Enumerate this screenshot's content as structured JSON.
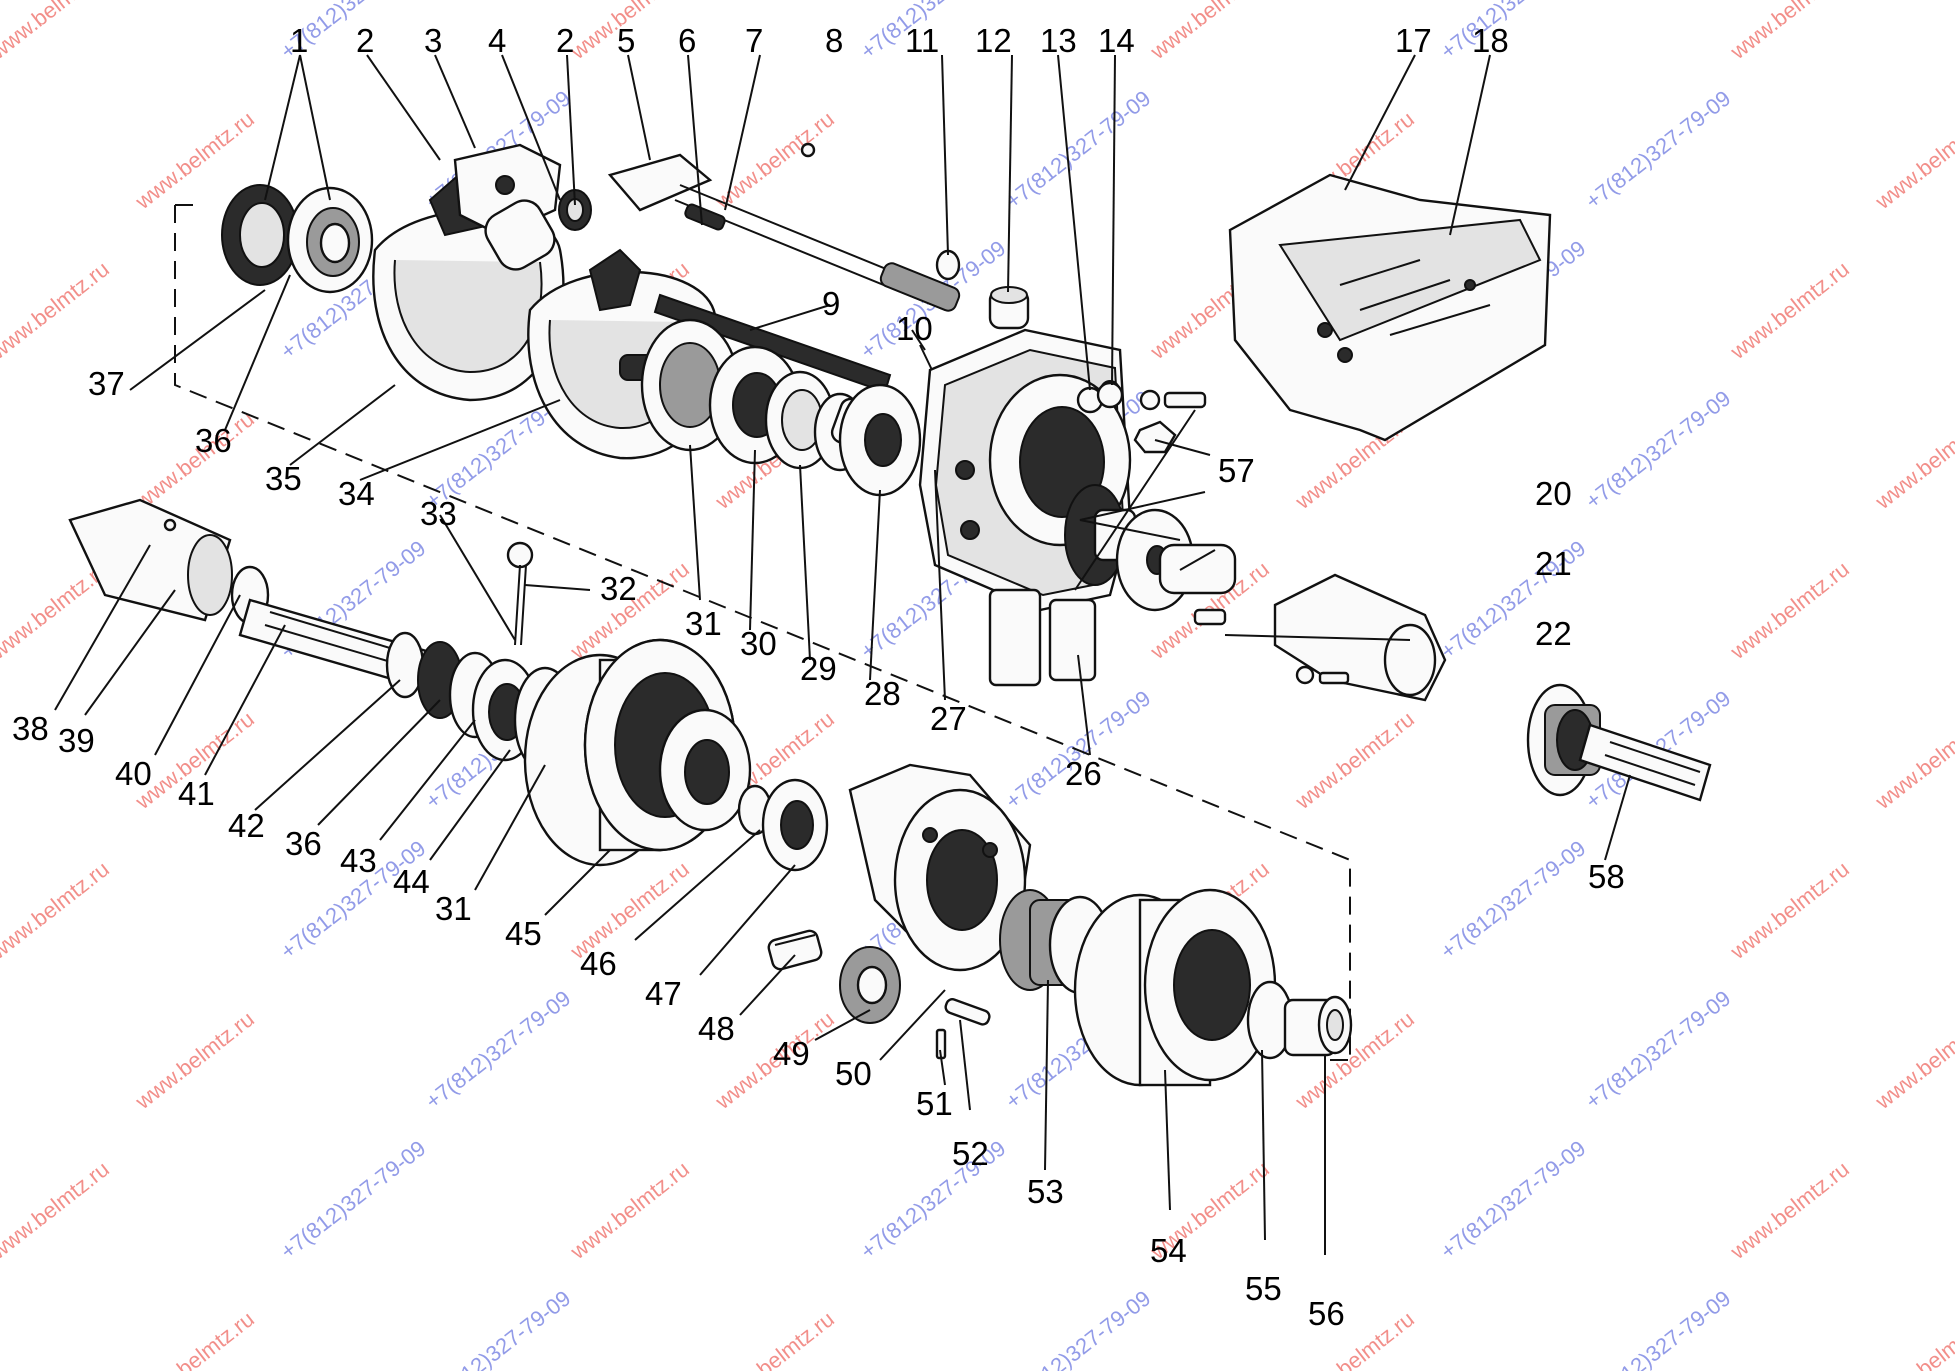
{
  "labels": [
    "1",
    "2",
    "3",
    "4",
    "2",
    "5",
    "6",
    "7",
    "8",
    "11",
    "12",
    "13",
    "14",
    "17",
    "18",
    "9",
    "10",
    "37",
    "36",
    "35",
    "34",
    "33",
    "32",
    "31",
    "30",
    "29",
    "28",
    "27",
    "57",
    "20",
    "21",
    "22",
    "26",
    "38",
    "39",
    "40",
    "41",
    "42",
    "36",
    "43",
    "44",
    "31",
    "45",
    "46",
    "47",
    "48",
    "49",
    "50",
    "51",
    "52",
    "53",
    "54",
    "55",
    "56",
    "58"
  ],
  "watermarks": [
    "www.belmtz.ru",
    "+7(812)327-79-09"
  ],
  "colors": {
    "watermark_red": "#e8342c",
    "watermark_blue": "#3a4bd6",
    "ink": "#111111"
  }
}
